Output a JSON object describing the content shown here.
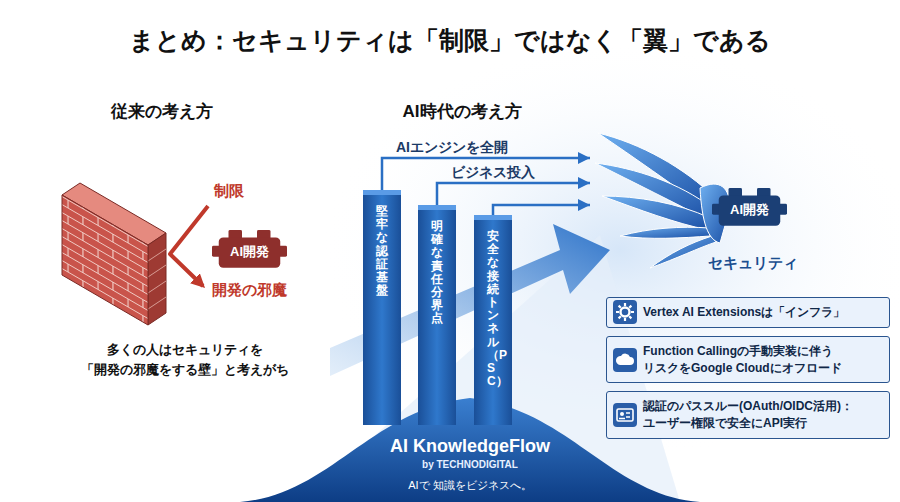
{
  "diagram": {
    "title": "まとめ：セキュリティは「制限」ではなく「翼」である",
    "nodes": [
      {
        "text": [
          "AI開発"
        ]
      },
      {
        "text": [
          "堅牢な認証基盤"
        ]
      },
      {
        "text": [
          "明確な責任分界点"
        ]
      },
      {
        "text": [
          "安全な接続トンネル（PSC）"
        ]
      },
      {
        "text": [
          "セキュリティ"
        ]
      },
      {
        "text": [
          "AI開発"
        ],
        "in": 4
      },
      {
        "text": [
          "Vertex AI Extensionsは「インフラ」"
        ]
      },
      {
        "text": [
          "Function Callingの手動実装に伴う リスクをGoogle Cloudにオフロード"
        ]
      },
      {
        "text": [
          "認証のパススルー(OAuth/OIDC活用)： ユーザー権限で安全にAPI実行"
        ]
      }
    ],
    "edges": [
      {
        "from": 1,
        "to": 4,
        "arrow": "to",
        "label": "AIエンジンを全開"
      },
      {
        "from": 2,
        "to": 4,
        "arrow": "to",
        "label": "ビジネス投入"
      },
      {
        "from": 3,
        "to": 4,
        "arrow": "to"
      }
    ],
    "labels": [
      "従来の考え方",
      "制限",
      "開発の邪魔",
      "多くの人はセキュリティを 「開発の邪魔をする壁」と考えがち",
      "AI時代の考え方",
      "AI KnowledgeFlow",
      "by TECHNODIGITAL",
      "AIで 知識をビジネスへ。"
    ]
  }
}
